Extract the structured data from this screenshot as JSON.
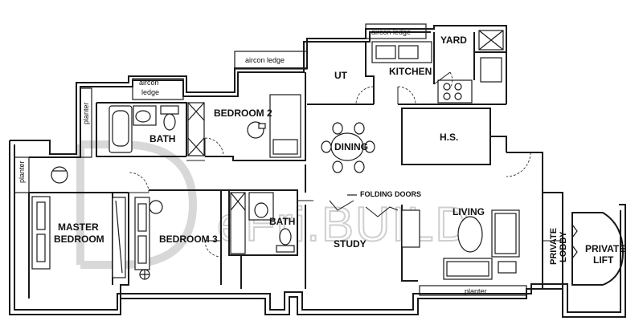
{
  "rooms": {
    "master_bedroom_line1": "MASTER",
    "master_bedroom_line2": "BEDROOM",
    "bedroom_2": "BEDROOM 2",
    "bedroom_3": "BEDROOM 3",
    "bath_1": "BATH",
    "bath_2": "BATH",
    "dining": "DINING",
    "kitchen": "KITCHEN",
    "ut": "UT",
    "yard": "YARD",
    "hs": "H.S.",
    "study": "STUDY",
    "living": "LIVING",
    "private_lobby_line1": "PRIVATE",
    "private_lobby_line2": "LOBBY",
    "private_lift_line1": "PRIVATE",
    "private_lift_line2": "LIFT"
  },
  "annotations": {
    "aircon_ledge_top": "aircon ledge",
    "aircon_ledge_mid": "aircon ledge",
    "aircon_ledge_left_line1": "aircon",
    "aircon_ledge_left_line2": "ledge",
    "planter_left_top": "planter",
    "planter_left": "planter",
    "planter_bottom": "planter",
    "folding_doors": "FOLDING DOORS"
  },
  "watermark": "eFri.BUILD"
}
